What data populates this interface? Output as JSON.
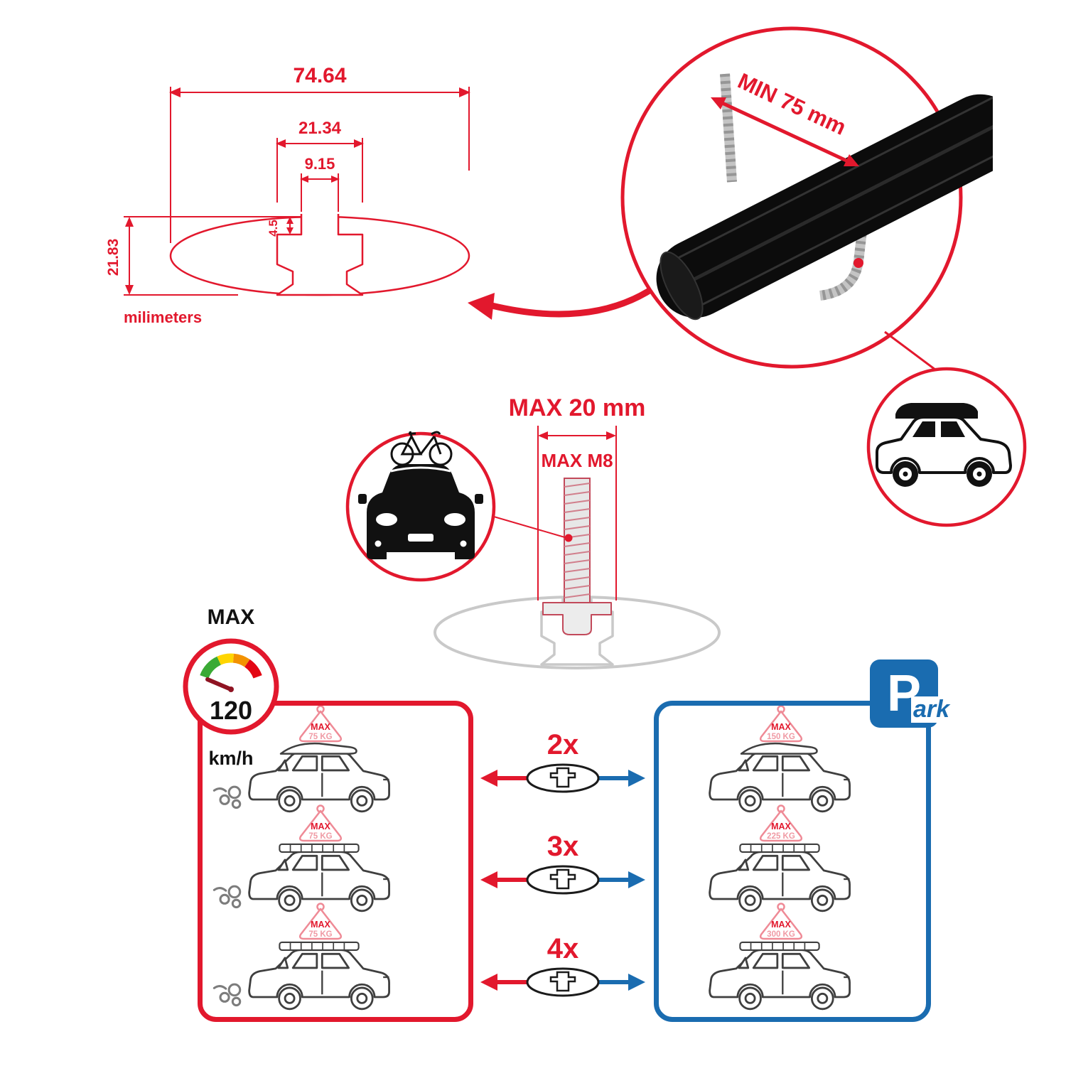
{
  "colors": {
    "red": "#e2182d",
    "pink": "#ef8a96",
    "pink_text": "#f09aa4",
    "blue": "#1a6cb0",
    "black": "#111111",
    "grey": "#9d9d9c"
  },
  "dimension_diagram": {
    "total_width": "74.64",
    "channel_width": "21.34",
    "slot_width": "9.15",
    "slot_depth": "4.5",
    "total_height": "21.83",
    "units_label": "milimeters"
  },
  "bar_detail": {
    "min_span_label": "MIN 75 mm"
  },
  "bolt_diagram": {
    "max_width_label": "MAX 20 mm",
    "max_thread_label": "MAX M8"
  },
  "speed_limit": {
    "label": "MAX",
    "value": "120",
    "unit": "km/h"
  },
  "driving_panel": {
    "cars": [
      {
        "max_label": "MAX",
        "load": "75 KG"
      },
      {
        "max_label": "MAX",
        "load": "75 KG"
      },
      {
        "max_label": "MAX",
        "load": "75 KG"
      }
    ]
  },
  "multipliers": [
    {
      "label": "2x"
    },
    {
      "label": "3x"
    },
    {
      "label": "4x"
    }
  ],
  "parking_panel": {
    "sign_p": "P",
    "sign_suffix": "ark",
    "cars": [
      {
        "max_label": "MAX",
        "load": "150 KG"
      },
      {
        "max_label": "MAX",
        "load": "225 KG"
      },
      {
        "max_label": "MAX",
        "load": "300 KG"
      }
    ]
  }
}
